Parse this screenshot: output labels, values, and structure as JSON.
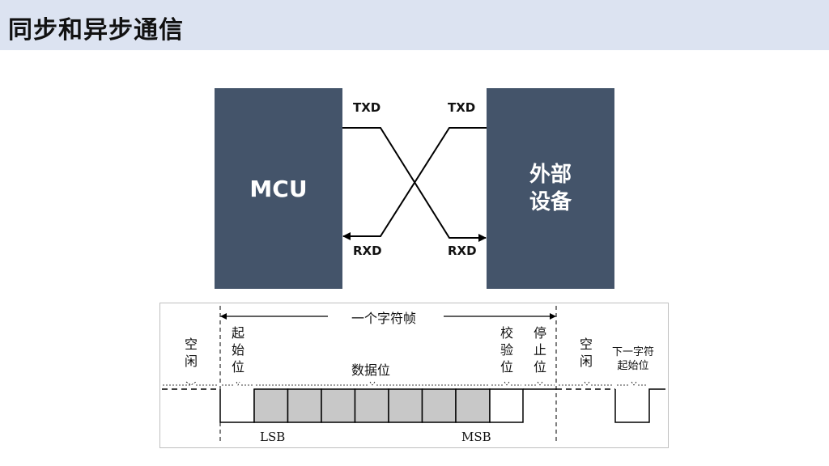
{
  "title": "同步和异步通信",
  "connection": {
    "mcu_label": "MCU",
    "device_label_line1": "外部",
    "device_label_line2": "设备",
    "mcu_tx": "TXD",
    "mcu_rx": "RXD",
    "device_tx": "TXD",
    "device_rx": "RXD"
  },
  "frame": {
    "frame_label": "一个字符帧",
    "idle_left": [
      "空",
      "闲"
    ],
    "start_bit": [
      "起",
      "始",
      "位"
    ],
    "data_bits": "数据位",
    "parity_bit": [
      "校",
      "验",
      "位"
    ],
    "stop_bit": [
      "停",
      "止",
      "位"
    ],
    "idle_right": [
      "空",
      "闲"
    ],
    "next_start_line1": "下一字符",
    "next_start_line2": "起始位",
    "lsb": "LSB",
    "msb": "MSB"
  }
}
